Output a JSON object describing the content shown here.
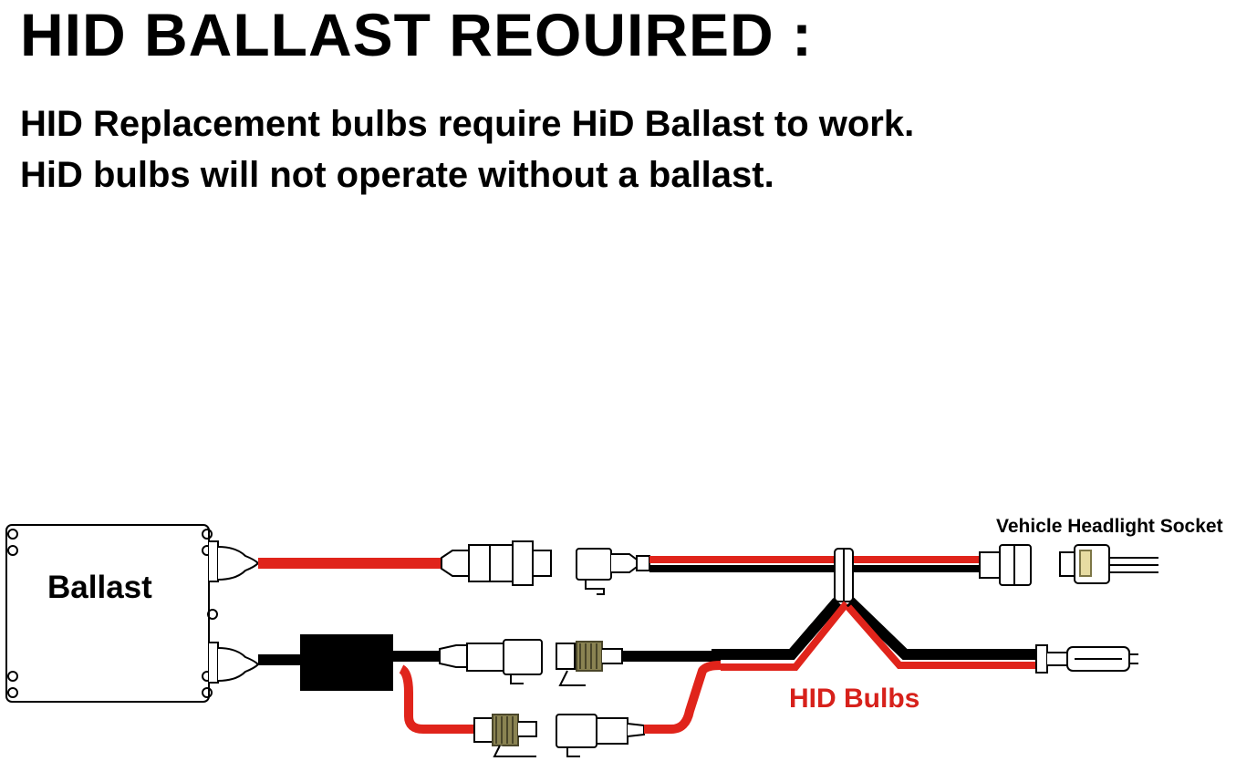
{
  "title": "HID BALLAST REOUIRED :",
  "description_lines": [
    "HID Replacement bulbs require HiD Ballast to work.",
    "HiD bulbs will not operate without a ballast."
  ],
  "diagram": {
    "ballast_label": "Ballast",
    "socket_label": "Vehicle Headlight Socket",
    "bulbs_label": "HID Bulbs",
    "colors": {
      "wire_red": "#e0241b",
      "wire_black": "#000000",
      "bulbs_label": "#d7211b",
      "coil": "#7d7646"
    }
  }
}
